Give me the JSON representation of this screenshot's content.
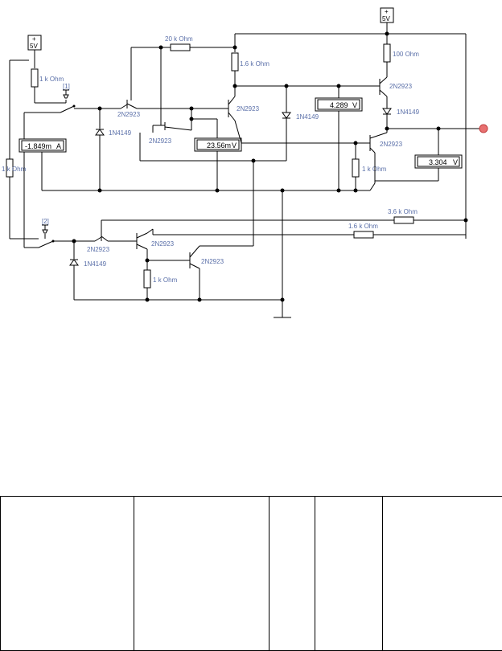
{
  "circuit": {
    "sources": [
      {
        "id": "vcc-left",
        "label": "5V"
      },
      {
        "id": "vcc-right",
        "label": "5V"
      }
    ],
    "switches": [
      {
        "id": "switch-1",
        "label": "[1]"
      },
      {
        "id": "switch-2",
        "label": "[2]"
      }
    ],
    "resistors": {
      "r_top": "20 k Ohm",
      "r_left_top": "1 k Ohm",
      "r_left_side": "1 k Ohm",
      "r_mid": "1.6 k Ohm",
      "r_right_top": "100 Ohm",
      "r_right_mid": "1 k Ohm",
      "r_lower_a": "3.6 k Ohm",
      "r_lower_b": "1.6 k Ohm",
      "r_bottom": "1 k Ohm"
    },
    "transistors": {
      "q1": "2N2923",
      "q2": "2N2923",
      "q3": "2N2923",
      "q4": "2N2923",
      "q5": "2N2923",
      "q6": "2N2923",
      "q7": "2N2923",
      "q8": "2N2923"
    },
    "diodes": {
      "d1": "1N4149",
      "d2": "1N4149",
      "d3": "1N4149",
      "d4": "1N4149"
    },
    "meters": {
      "ammeter": {
        "value": "-1.849m",
        "unit": "A"
      },
      "voltmeter_mid": {
        "value": "23.56m",
        "unit": "V"
      },
      "voltmeter_right": {
        "value": "4.289",
        "unit": "V"
      },
      "voltmeter_out": {
        "value": "3.304",
        "unit": "V"
      }
    },
    "colors": {
      "wire": "#000000",
      "label": "#5a6fa8",
      "output_probe": "#e87070"
    }
  },
  "table": {
    "columns": 5,
    "cells": [
      "",
      "",
      "",
      "",
      ""
    ]
  }
}
